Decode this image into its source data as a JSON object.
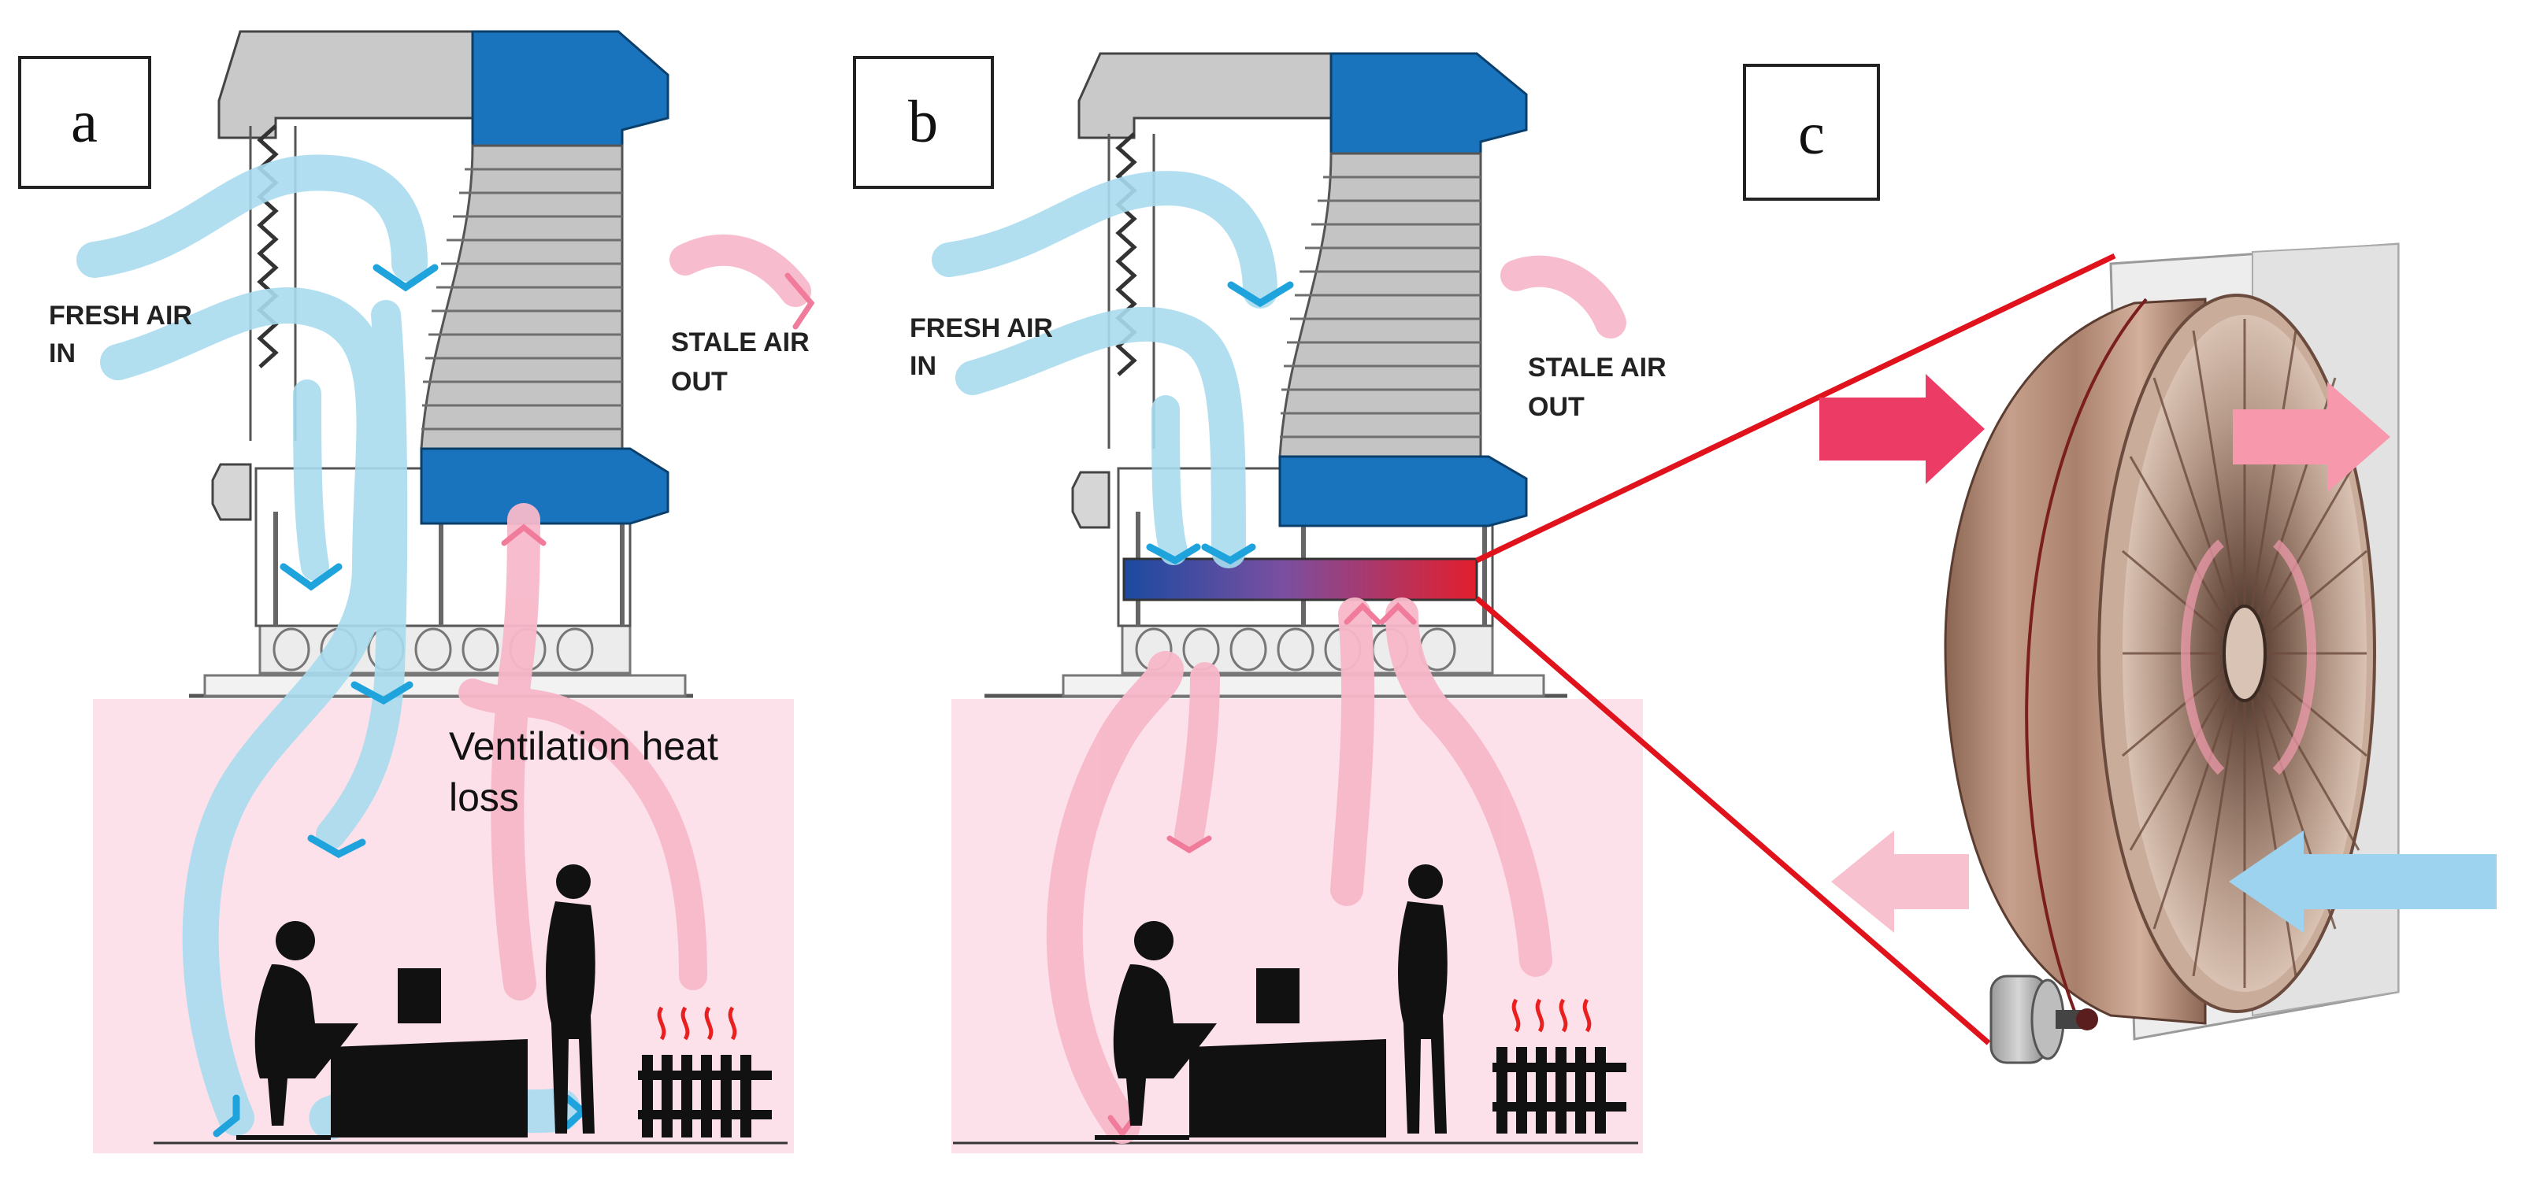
{
  "panels": [
    {
      "id": "a",
      "label": "a"
    },
    {
      "id": "b",
      "label": "b"
    },
    {
      "id": "c",
      "label": "c"
    }
  ],
  "labels": {
    "fresh_air_in_line1": "FRESH AIR",
    "fresh_air_in_line2": "IN",
    "stale_air_out_line1": "STALE AIR",
    "stale_air_out_line2": "OUT",
    "ventilation_heat_loss_line1": "Ventilation heat",
    "ventilation_heat_loss_line2": "loss"
  },
  "colors": {
    "fresh_air": "#a9dcef",
    "stale_air": "#f7b8ca",
    "room_background": "#fde1ea",
    "unit_blue": "#1a74bd",
    "unit_gray": "#c9c9c9",
    "heat_exchanger_hot": "#e21e2d",
    "heat_exchanger_cold": "#1b4aa0",
    "wheel_copper": "#b9917c",
    "zoom_lines": "#e0121c",
    "arrow_hot_in": "#ec3b64",
    "arrow_warm_out": "#f798ad",
    "arrow_pale_out": "#f8c1cf",
    "arrow_cold_in": "#9ed3ef",
    "radiator_heat": "#e82020"
  },
  "icons": [
    "person-at-computer-icon",
    "standing-person-icon",
    "radiator-icon",
    "fan-icon",
    "motor-icon"
  ]
}
